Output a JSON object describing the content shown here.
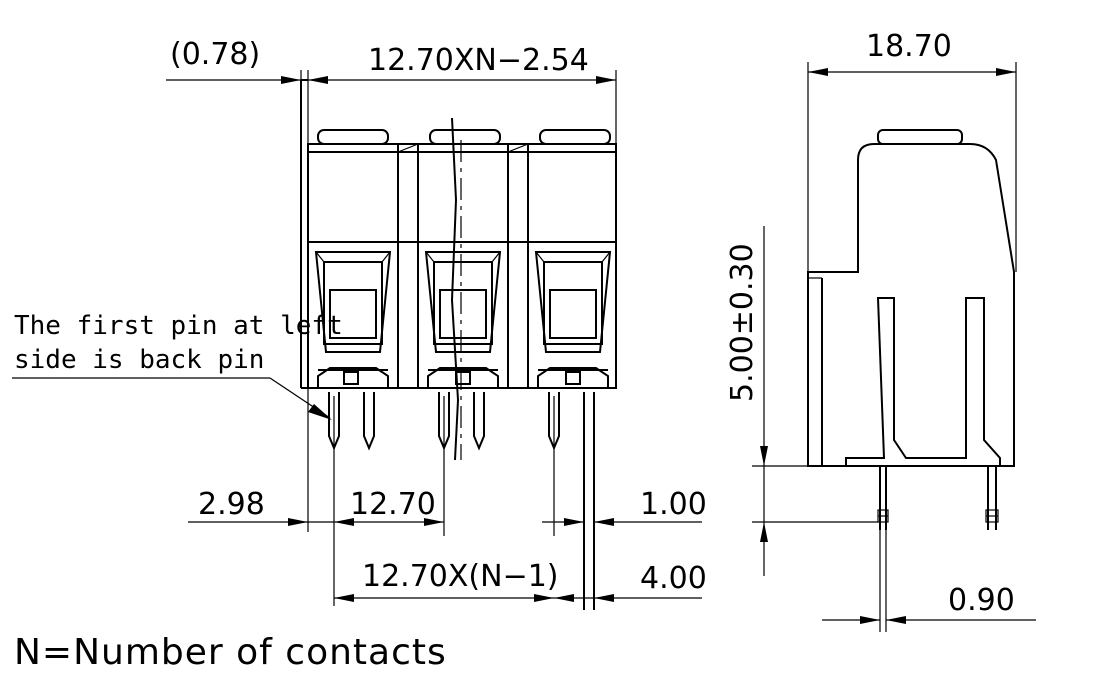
{
  "dimensions": {
    "offset": "(0.78)",
    "width_formula": "12.70XN−2.54",
    "depth": "18.70",
    "height": "5.00±0.30",
    "edge_offset": "2.98",
    "pitch": "12.70",
    "pin_width": "1.00",
    "pitch_formula": "12.70X(N−1)",
    "pin_length": "4.00",
    "pin_thickness": "0.90"
  },
  "notes": {
    "first_pin_line1": "The first pin at left",
    "first_pin_line2": "side is back pin",
    "legend": "N=Number of contacts"
  }
}
